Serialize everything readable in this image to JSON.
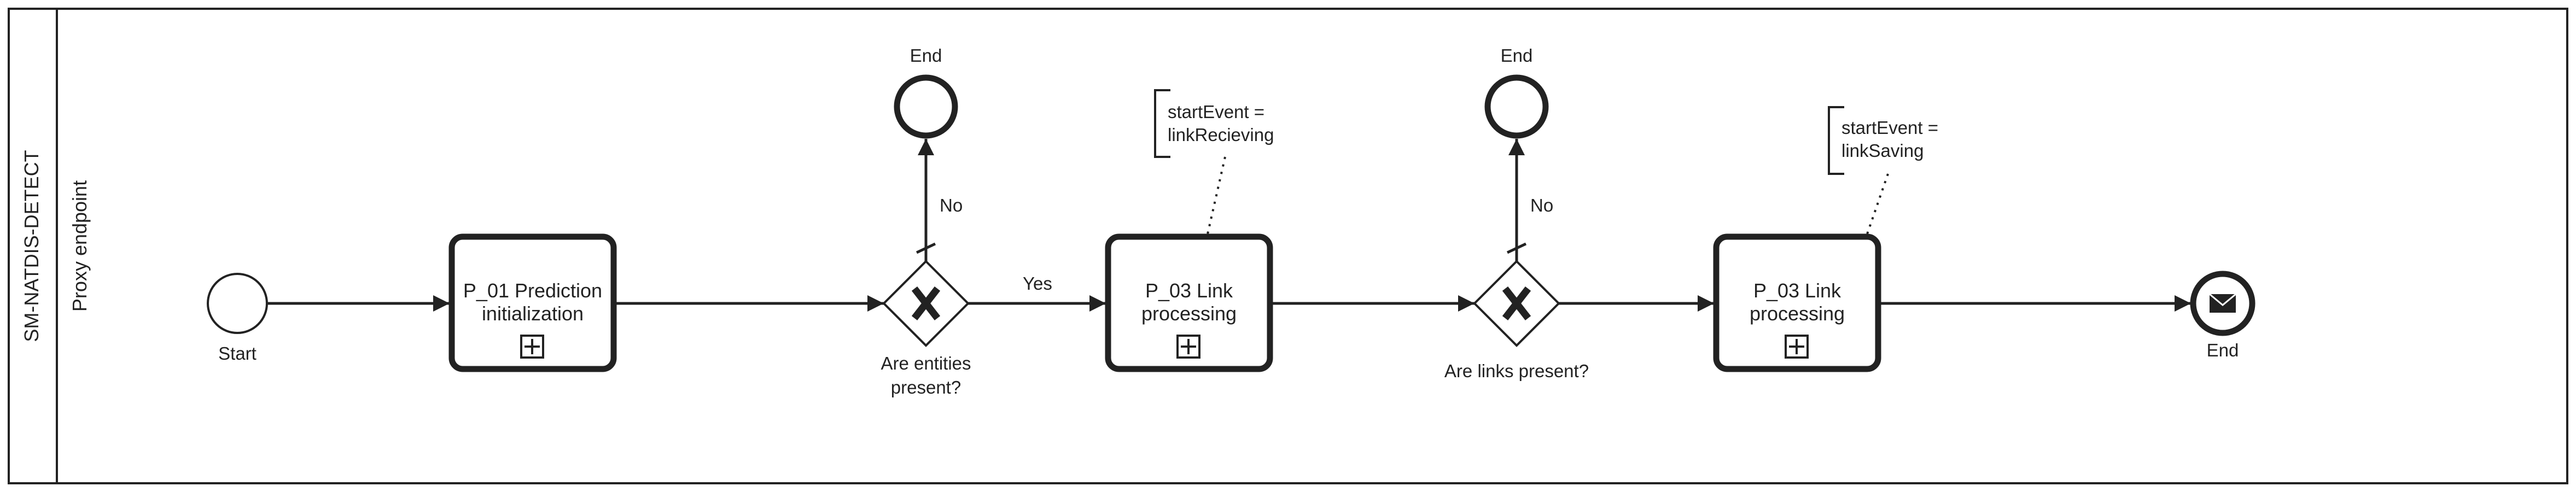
{
  "pool": {
    "name": "SM-NATDIS-DETECT"
  },
  "lane": {
    "name": "Proxy endpoint"
  },
  "events": {
    "start": {
      "label": "Start"
    },
    "end_entities": {
      "label": "End"
    },
    "end_links": {
      "label": "End"
    },
    "end_message": {
      "label": "End"
    }
  },
  "tasks": {
    "t1": {
      "line1": "P_01 Prediction",
      "line2": "initialization"
    },
    "t2": {
      "line1": "P_03 Link",
      "line2": "processing"
    },
    "t3": {
      "line1": "P_03 Link",
      "line2": "processing"
    }
  },
  "gateways": {
    "g1": {
      "line1": "Are entities",
      "line2": "present?"
    },
    "g2": {
      "line1": "Are links present?"
    }
  },
  "flows": {
    "g1_no": "No",
    "g1_yes": "Yes",
    "g2_no": "No"
  },
  "annotations": {
    "a1": {
      "line1": "startEvent =",
      "line2": "linkRecieving"
    },
    "a2": {
      "line1": "startEvent =",
      "line2": "linkSaving"
    }
  },
  "colors": {
    "stroke": "#222222",
    "background": "#ffffff"
  }
}
